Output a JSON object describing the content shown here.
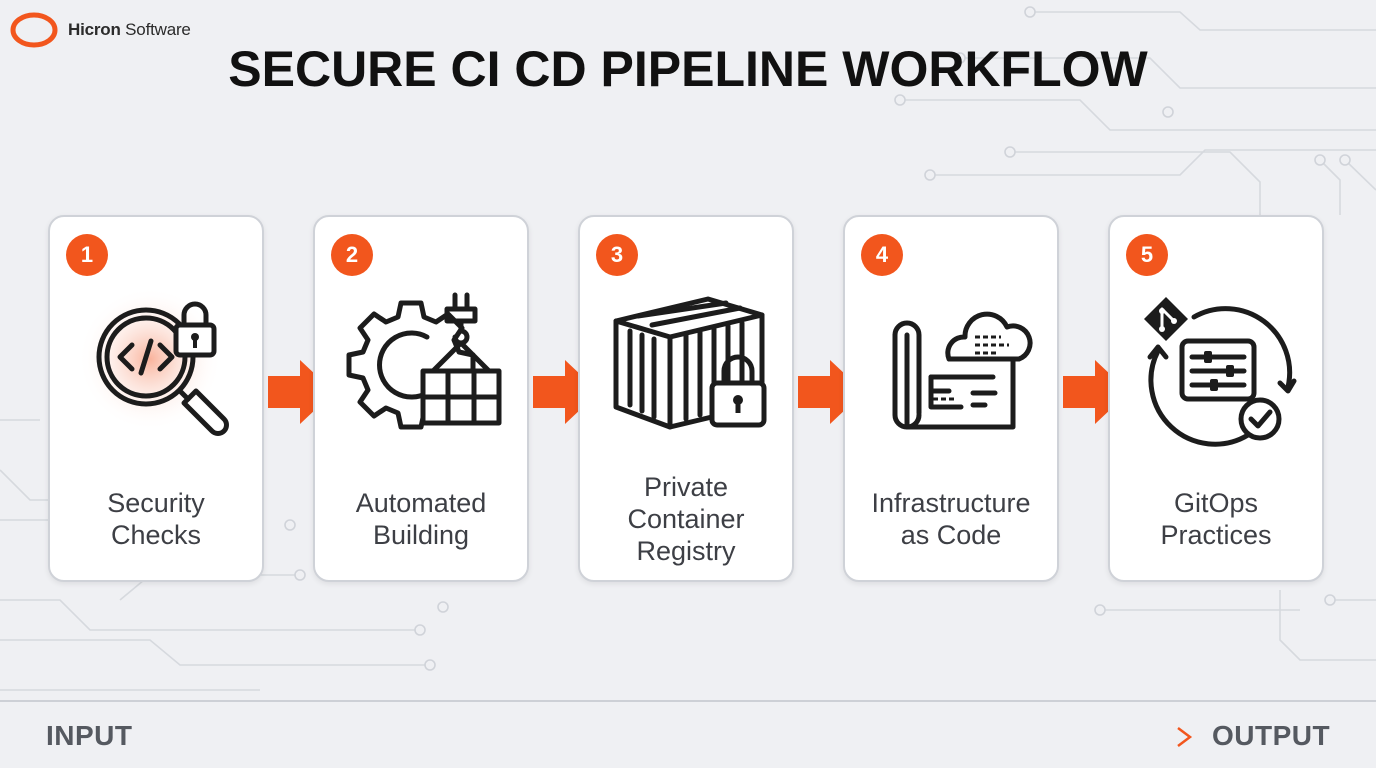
{
  "brand": {
    "name_bold": "Hicron",
    "name_rest": "Software",
    "accent": "#f2561d"
  },
  "title": "SECURE CI CD PIPELINE WORKFLOW",
  "steps": [
    {
      "number": "1",
      "label_lines": [
        "Security",
        "Checks"
      ],
      "icon": "magnifier-code-lock-icon"
    },
    {
      "number": "2",
      "label_lines": [
        "Automated",
        "Building"
      ],
      "icon": "gear-crane-blocks-icon"
    },
    {
      "number": "3",
      "label_lines": [
        "Private",
        "Container",
        "Registry"
      ],
      "icon": "container-lock-icon"
    },
    {
      "number": "4",
      "label_lines": [
        "Infrastructure",
        "as Code"
      ],
      "icon": "blueprint-cloud-icon"
    },
    {
      "number": "5",
      "label_lines": [
        "GitOps",
        "Practices"
      ],
      "icon": "git-cycle-check-icon"
    }
  ],
  "flow": {
    "start": "INPUT",
    "end": "OUTPUT"
  }
}
